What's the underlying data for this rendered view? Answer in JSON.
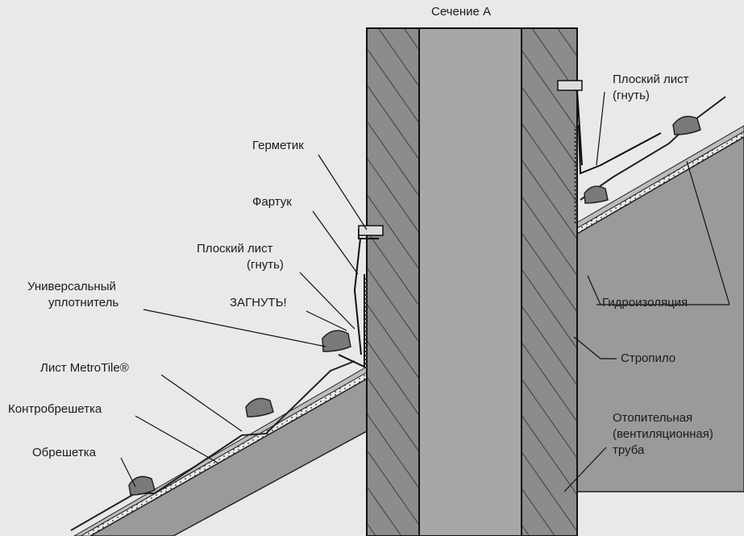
{
  "diagram": {
    "title": "Сечение А",
    "labels": {
      "hermetik": "Герметик",
      "fartuk": "Фартук",
      "flat_sheet_left_1": "Плоский лист",
      "flat_sheet_left_2": "(гнуть)",
      "universal_seal_1": "Универсальный",
      "universal_seal_2": "уплотнитель",
      "bend": "ЗАГНУТЬ!",
      "metrotile_sheet": "Лист MetroTile®",
      "counter_batten": "Контробрешетка",
      "batten": "Обрешетка",
      "flat_sheet_right_1": "Плоский лист",
      "flat_sheet_right_2": "(гнуть)",
      "waterproofing": "Гидроизоляция",
      "rafter": "Стропило",
      "pipe_1": "Отопительная",
      "pipe_2": "(вентиляционная)",
      "pipe_3": "труба"
    }
  }
}
